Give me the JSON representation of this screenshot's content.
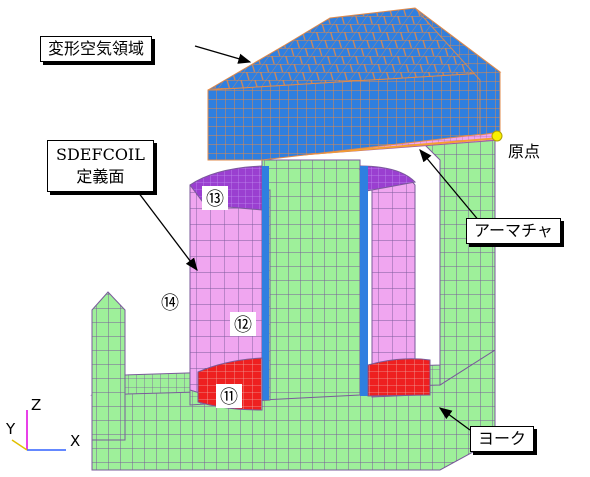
{
  "labels": {
    "deforming_air_region": "変形空気領域",
    "sdefcoil_line1": "SDEFCOIL",
    "sdefcoil_line2": "定義面",
    "origin": "原点",
    "armature": "アーマチャ",
    "yoke": "ヨーク"
  },
  "region_numbers": {
    "n11": "⑪",
    "n12": "⑫",
    "n13": "⑬",
    "n14": "⑭"
  },
  "axes": {
    "z": "Z",
    "y": "Y",
    "x": "X"
  },
  "colors": {
    "yoke_green": "#9ef09a",
    "mesh_line": "#7a5a9a",
    "air_blue": "#2f7fe0",
    "air_mesh": "#e08a4a",
    "coil_pink": "#f0a6f0",
    "coil_dark": "#9a3fd0",
    "coil_red": "#ee2020",
    "armature_orange": "#f5a030",
    "origin_yellow": "#f8f000"
  }
}
